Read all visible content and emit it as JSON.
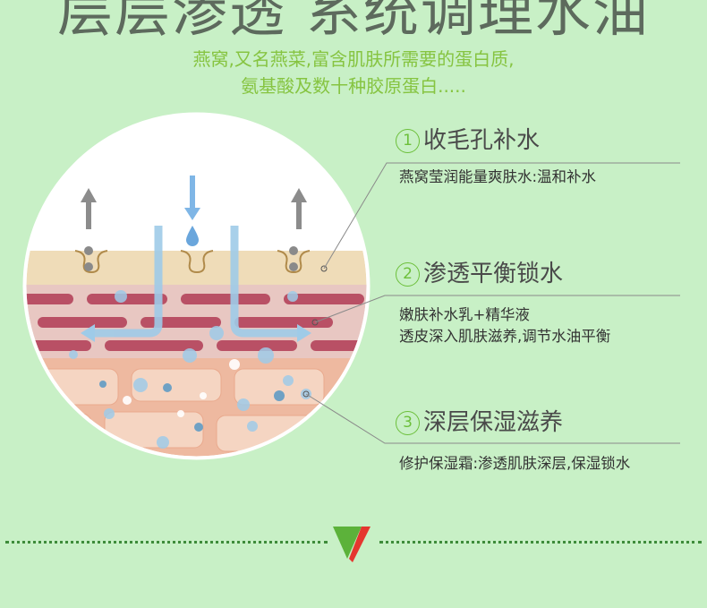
{
  "header": {
    "title": "层层渗透 系统调理水油",
    "subtitle_line1": "燕窝,又名燕菜,富含肌肤所需要的蛋白质,",
    "subtitle_line2": "氨基酸及数十种胶原蛋白....."
  },
  "steps": [
    {
      "num": "1",
      "title": "收毛孔补水",
      "desc": [
        "燕窝莹润能量爽肤水:温和补水"
      ]
    },
    {
      "num": "2",
      "title": "渗透平衡锁水",
      "desc": [
        "嫩肤补水乳+精华液",
        "透皮深入肌肤滋养,调节水油平衡"
      ]
    },
    {
      "num": "3",
      "title": "深层保湿滋养",
      "desc": [
        "修护保湿霜:渗透肌肤深层,保湿锁水"
      ]
    }
  ],
  "colors": {
    "background": "#c8f0c6",
    "accent_green": "#6cbf3a",
    "water_blue": "#7fb6e6",
    "skin_top": "#efdcb8",
    "skin_mid": "#e8c7c2",
    "skin_deep": "#eeb9a0",
    "band_red": "#b95065"
  },
  "icons": [
    "up-arrow-icon",
    "down-arrow-icon",
    "water-drop-icon",
    "pore-icon",
    "down-triangle-icon"
  ]
}
